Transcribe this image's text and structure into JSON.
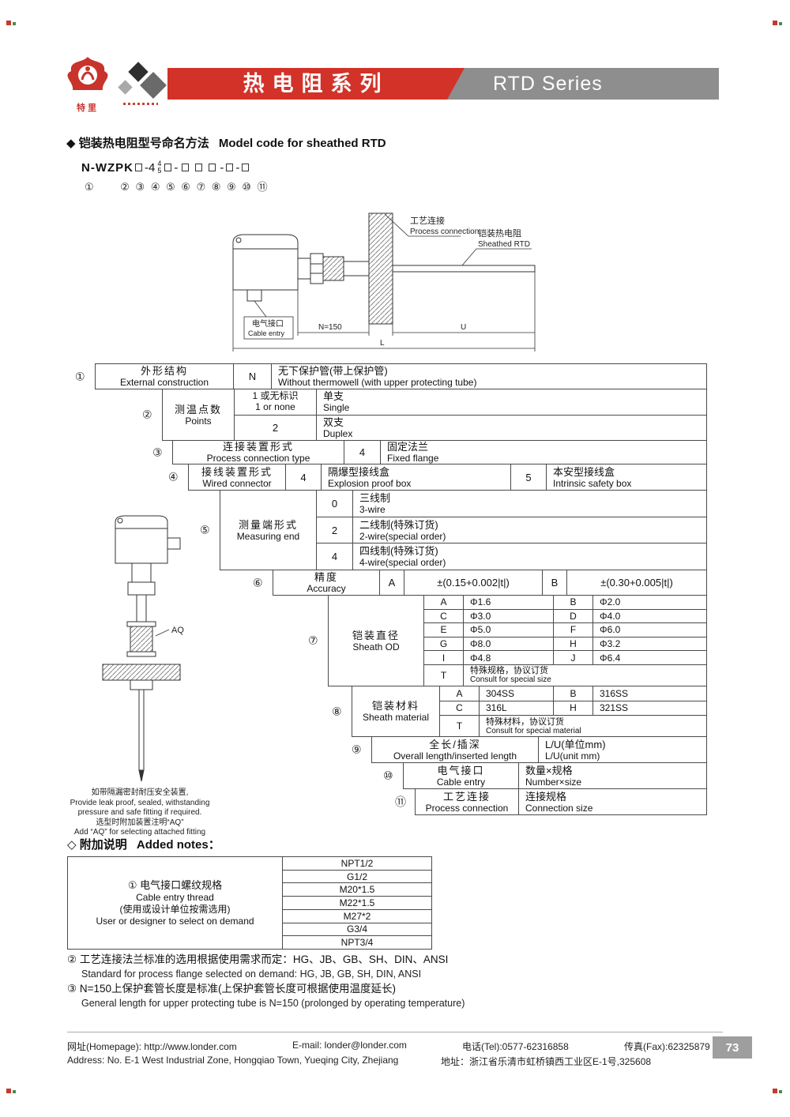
{
  "colors": {
    "accent_red": "#d23228",
    "banner_gray": "#8e8e8e",
    "page_number_bg": "#9e9e9e"
  },
  "logo": {
    "brand": "特里"
  },
  "banner": {
    "cn": "热电阻系列",
    "en": "RTD Series"
  },
  "section": {
    "title_cn": "◆ 铠装热电阻型号命名方法",
    "title_en": "Model code for sheathed RTD"
  },
  "model_code": {
    "prefix": "N-WZPK",
    "seg1": "-4",
    "stack_top": "4",
    "stack_bottom": "5",
    "dash": "-",
    "idx_first": "①",
    "idx_rest": "② ③ ④ ⑤ ⑥ ⑦ ⑧ ⑨ ⑩ ⑪"
  },
  "top_drawing": {
    "process_cn": "工艺连接",
    "process_en": "Process connection",
    "rtd_cn": "铠装热电阻",
    "rtd_en": "Sheathed RTD",
    "cable_cn": "电气接口",
    "cable_en": "Cable entry",
    "dim_n": "N=150",
    "dim_u": "U",
    "dim_l": "L"
  },
  "left_drawing": {
    "aq": "AQ"
  },
  "left_note": {
    "lines": [
      "如带隔漏密封耐压安全装置,",
      "Provide leak proof, sealed, withstanding",
      "pressure and safe fitting if required.",
      "选型时附加装置注明“AQ”",
      "Add “AQ” for selecting attached fitting"
    ]
  },
  "spec": {
    "b1": {
      "num": "①",
      "label_cn": "外形结构",
      "label_en": "External construction",
      "code": "N",
      "desc_cn": "无下保护管(带上保护管)",
      "desc_en": "Without thermowell (with upper protecting tube)"
    },
    "b2": {
      "num": "②",
      "label_cn": "测温点数",
      "label_en": "Points",
      "rows": [
        {
          "code_cn": "1 或无标识",
          "code_en": "1 or none",
          "desc_cn": "单支",
          "desc_en": "Single"
        },
        {
          "code_cn": "2",
          "code_en": "",
          "desc_cn": "双支",
          "desc_en": "Duplex"
        }
      ]
    },
    "b3": {
      "num": "③",
      "label_cn": "连接装置形式",
      "label_en": "Process connection type",
      "code": "4",
      "desc_cn": "固定法兰",
      "desc_en": "Fixed flange"
    },
    "b4": {
      "num": "④",
      "label_cn": "接线装置形式",
      "label_en": "Wired connector",
      "code1": "4",
      "desc1_cn": "隔爆型接线盒",
      "desc1_en": "Explosion proof box",
      "code2": "5",
      "desc2_cn": "本安型接线盒",
      "desc2_en": "Intrinsic safety box"
    },
    "b5": {
      "num": "⑤",
      "label_cn": "测量端形式",
      "label_en": "Measuring end",
      "rows": [
        {
          "code": "0",
          "desc_cn": "三线制",
          "desc_en": "3-wire"
        },
        {
          "code": "2",
          "desc_cn": "二线制(特殊订货)",
          "desc_en": "2-wire(special order)"
        },
        {
          "code": "4",
          "desc_cn": "四线制(特殊订货)",
          "desc_en": "4-wire(special order)"
        }
      ]
    },
    "b6": {
      "num": "⑥",
      "label_cn": "精度",
      "label_en": "Accuracy",
      "code1": "A",
      "val1": "±(0.15+0.002|t|)",
      "code2": "B",
      "val2": "±(0.30+0.005|t|)"
    },
    "b7": {
      "num": "⑦",
      "label_cn": "铠装直径",
      "label_en": "Sheath OD",
      "rows": [
        {
          "c1": "A",
          "v1": "Φ1.6",
          "c2": "B",
          "v2": "Φ2.0"
        },
        {
          "c1": "C",
          "v1": "Φ3.0",
          "c2": "D",
          "v2": "Φ4.0"
        },
        {
          "c1": "E",
          "v1": "Φ5.0",
          "c2": "F",
          "v2": "Φ6.0"
        },
        {
          "c1": "G",
          "v1": "Φ8.0",
          "c2": "H",
          "v2": "Φ3.2"
        },
        {
          "c1": "I",
          "v1": "Φ4.8",
          "c2": "J",
          "v2": "Φ6.4"
        }
      ],
      "t_code": "T",
      "t_cn": "特殊规格，协议订货",
      "t_en": "Consult for special size"
    },
    "b8": {
      "num": "⑧",
      "label_cn": "铠装材料",
      "label_en": "Sheath material",
      "rows": [
        {
          "c1": "A",
          "v1": "304SS",
          "c2": "B",
          "v2": "316SS"
        },
        {
          "c1": "C",
          "v1": "316L",
          "c2": "H",
          "v2": "321SS"
        }
      ],
      "t_code": "T",
      "t_cn": "特殊材料，协议订货",
      "t_en": "Consult for special material"
    },
    "b9": {
      "num": "⑨",
      "label_cn": "全长/插深",
      "label_en": "Overall length/inserted length",
      "val_cn": "L/U(单位mm)",
      "val_en": "L/U(unit mm)"
    },
    "b10": {
      "num": "⑩",
      "label_cn": "电气接口",
      "label_en": "Cable entry",
      "val_cn": "数量×规格",
      "val_en": "Number×size"
    },
    "b11": {
      "num": "⑪",
      "label_cn": "工艺连接",
      "label_en": "Process connection",
      "val_cn": "连接规格",
      "val_en": "Connection size"
    }
  },
  "added_notes": {
    "title_cn": "◇ 附加说明",
    "title_en": "Added notes：",
    "n1": {
      "label_l1": "① 电气接口螺纹规格",
      "label_l2": "Cable entry thread",
      "label_l3": "(使用或设计单位按需选用)",
      "label_l4": "User or designer to select on demand",
      "options": [
        "NPT1/2",
        "G1/2",
        "M20*1.5",
        "M22*1.5",
        "M27*2",
        "G3/4",
        "NPT3/4"
      ]
    },
    "n2_cn": "② 工艺连接法兰标准的选用根据使用需求而定：HG、JB、GB、SH、DIN、ANSI",
    "n2_en": "Standard for process flange selected on demand: HG, JB, GB, SH, DIN, ANSI",
    "n3_cn": "③ N=150上保护套管长度是标准(上保护套管长度可根据使用温度延长)",
    "n3_en": "General length for upper protecting tube is N=150 (prolonged by operating temperature)"
  },
  "footer": {
    "homepage": "网址(Homepage): http://www.londer.com",
    "email": "E-mail: londer@londer.com",
    "tel": "电话(Tel):0577-62316858",
    "fax": "传真(Fax):62325879",
    "address_en": "Address: No. E-1 West Industrial Zone, Hongqiao Town, Yueqing City, Zhejiang",
    "address_cn": "地址：浙江省乐清市虹桥镇西工业区E-1号,325608",
    "page": "73"
  }
}
